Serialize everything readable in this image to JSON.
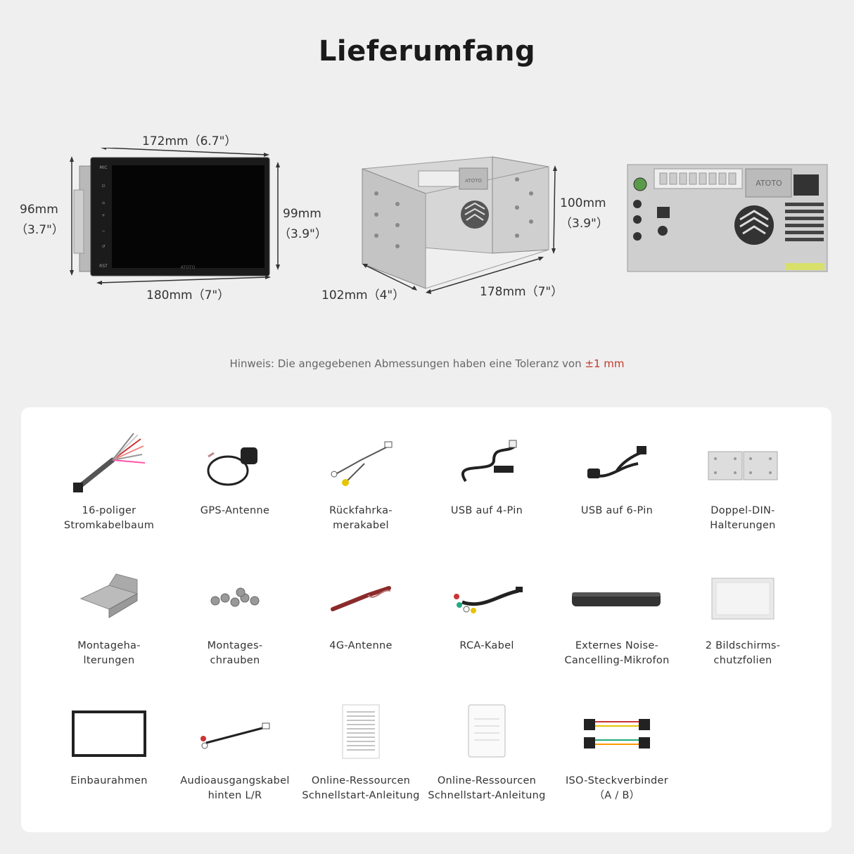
{
  "title": "Lieferumfang",
  "dimensions": {
    "head_unit": {
      "top": "172mm（6.7\"）",
      "bottom": "180mm（7\"）",
      "left_mm": "96mm",
      "left_in": "（3.7\"）",
      "right_mm": "99mm",
      "right_in": "（3.9\"）",
      "screen_logo": "ATOTO",
      "side_buttons": [
        "MIC",
        "⏻",
        "⌂",
        "+",
        "−",
        "↺",
        "RST"
      ]
    },
    "cage": {
      "right_mm": "100mm",
      "right_in": "（3.9\"）",
      "depth": "102mm（4\"）",
      "width": "178mm（7\"）",
      "logo": "ATOTO"
    },
    "rear": {
      "logo": "ATOTO"
    }
  },
  "note": {
    "text": "Hinweis: Die angegebenen Abmessungen haben eine Toleranz von ",
    "tolerance": "±1 mm"
  },
  "items": [
    {
      "icon": "harness-16pin",
      "line1": "16-poliger",
      "line2": "Stromkabelbaum"
    },
    {
      "icon": "gps-antenna",
      "line1": "GPS-Antenne",
      "line2": ""
    },
    {
      "icon": "reverse-camera-cable",
      "line1": "Rückfahrka-",
      "line2": "merakabel"
    },
    {
      "icon": "usb-4pin",
      "line1": "USB auf 4-Pin",
      "line2": ""
    },
    {
      "icon": "usb-6pin",
      "line1": "USB auf 6-Pin",
      "line2": ""
    },
    {
      "icon": "double-din-brackets",
      "line1": "Doppel-DIN-",
      "line2": "Halterungen"
    },
    {
      "icon": "mounting-brackets",
      "line1": "Montageha-",
      "line2": "lterungen"
    },
    {
      "icon": "mounting-screws",
      "line1": "Montages-",
      "line2": "chrauben"
    },
    {
      "icon": "4g-antenna",
      "line1": "4G-Antenne",
      "line2": ""
    },
    {
      "icon": "rca-cable",
      "line1": "RCA-Kabel",
      "line2": ""
    },
    {
      "icon": "microphone",
      "line1": "Externes Noise-",
      "line2": "Cancelling-Mikrofon"
    },
    {
      "icon": "screen-protector",
      "line1": "2 Bildschirms-",
      "line2": "chutzfolien"
    },
    {
      "icon": "trim-frame",
      "line1": "Einbaurahmen",
      "line2": ""
    },
    {
      "icon": "audio-out-cable",
      "line1": "Audioausgangskabel",
      "line2": "hinten L/R"
    },
    {
      "icon": "document",
      "line1": "Online-Ressourcen",
      "line2": "Schnellstart-Anleitung"
    },
    {
      "icon": "document-card",
      "line1": "Online-Ressourcen",
      "line2": "Schnellstart-Anleitung"
    },
    {
      "icon": "iso-connector",
      "line1": "ISO-Steckverbinder",
      "line2": "（A / B）"
    }
  ]
}
